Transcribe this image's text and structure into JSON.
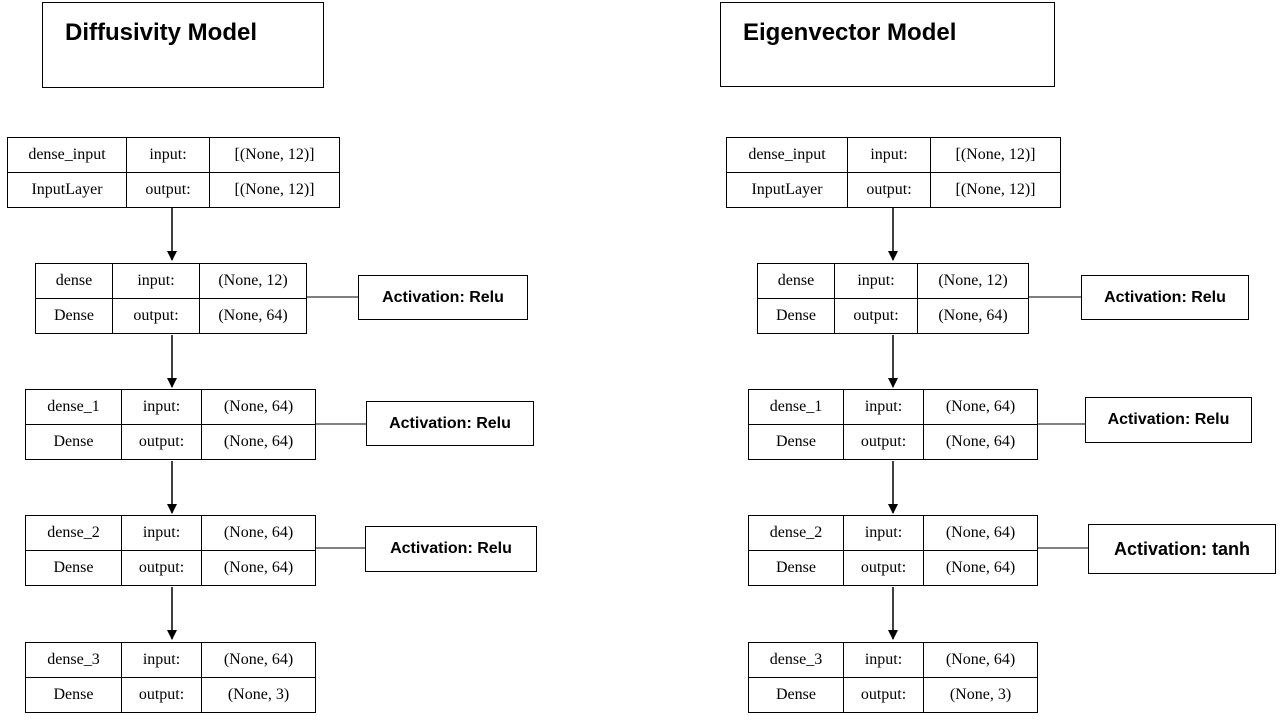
{
  "models": [
    {
      "title": "Diffusivity Model",
      "layers": [
        {
          "name": "dense_input",
          "type": "InputLayer",
          "in_label": "input:",
          "in_shape": "[(None, 12)]",
          "out_label": "output:",
          "out_shape": "[(None, 12)]"
        },
        {
          "name": "dense",
          "type": "Dense",
          "in_label": "input:",
          "in_shape": "(None, 12)",
          "out_label": "output:",
          "out_shape": "(None, 64)",
          "activation": "Activation: Relu"
        },
        {
          "name": "dense_1",
          "type": "Dense",
          "in_label": "input:",
          "in_shape": "(None, 64)",
          "out_label": "output:",
          "out_shape": "(None, 64)",
          "activation": "Activation: Relu"
        },
        {
          "name": "dense_2",
          "type": "Dense",
          "in_label": "input:",
          "in_shape": "(None, 64)",
          "out_label": "output:",
          "out_shape": "(None, 64)",
          "activation": "Activation: Relu"
        },
        {
          "name": "dense_3",
          "type": "Dense",
          "in_label": "input:",
          "in_shape": "(None, 64)",
          "out_label": "output:",
          "out_shape": "(None, 3)"
        }
      ]
    },
    {
      "title": "Eigenvector Model",
      "layers": [
        {
          "name": "dense_input",
          "type": "InputLayer",
          "in_label": "input:",
          "in_shape": "[(None, 12)]",
          "out_label": "output:",
          "out_shape": "[(None, 12)]"
        },
        {
          "name": "dense",
          "type": "Dense",
          "in_label": "input:",
          "in_shape": "(None, 12)",
          "out_label": "output:",
          "out_shape": "(None, 64)",
          "activation": "Activation: Relu"
        },
        {
          "name": "dense_1",
          "type": "Dense",
          "in_label": "input:",
          "in_shape": "(None, 64)",
          "out_label": "output:",
          "out_shape": "(None, 64)",
          "activation": "Activation: Relu"
        },
        {
          "name": "dense_2",
          "type": "Dense",
          "in_label": "input:",
          "in_shape": "(None, 64)",
          "out_label": "output:",
          "out_shape": "(None, 64)",
          "activation": "Activation: tanh"
        },
        {
          "name": "dense_3",
          "type": "Dense",
          "in_label": "input:",
          "in_shape": "(None, 64)",
          "out_label": "output:",
          "out_shape": "(None, 3)"
        }
      ]
    }
  ]
}
